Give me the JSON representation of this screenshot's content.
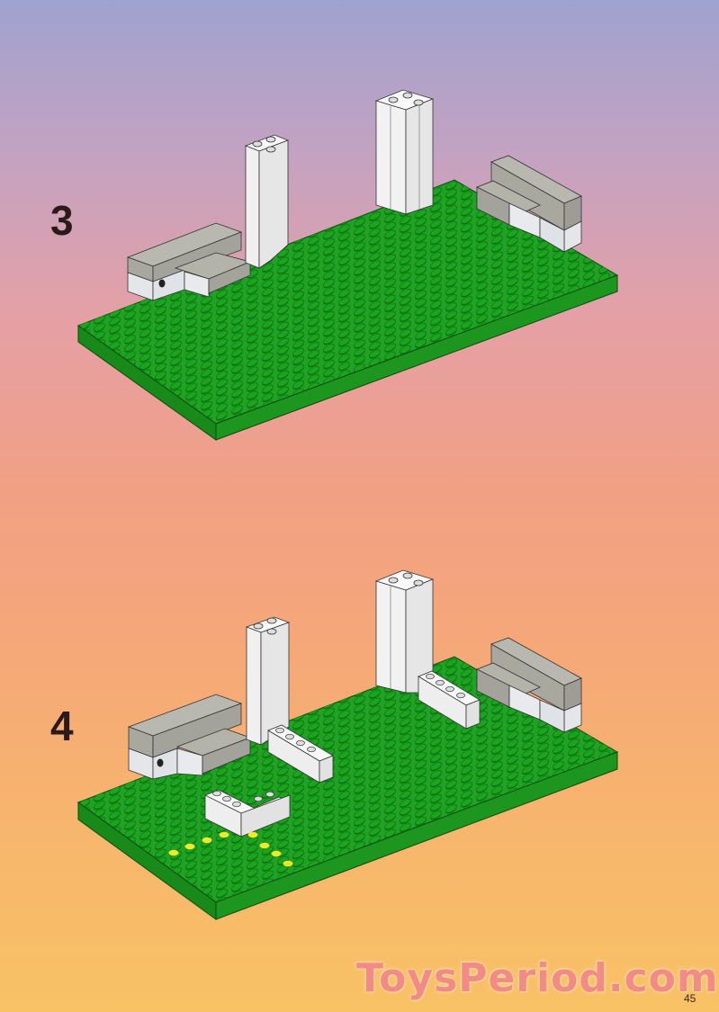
{
  "page": {
    "type": "building-instructions",
    "page_number": "45",
    "watermark": "ToysPeriod.com"
  },
  "steps": [
    {
      "number": "3",
      "description": "Green baseplate with two 1x2x5 white pillars, gray and light-gray bricks at both ends"
    },
    {
      "number": "4",
      "description": "Same layout with added white L-shaped and 1x4 bricks; yellow marks highlight stud positions"
    }
  ],
  "colors": {
    "baseplate_green": "#1f9e22",
    "stud_green": "#158c18",
    "white_brick": "#f4f4f4",
    "gray_brick": "#a8a8a0",
    "light_gray_brick": "#dfe2e6",
    "highlight_yellow": "#f2e82a",
    "step_number": "#2b1a18",
    "watermark": "#f28a85"
  }
}
